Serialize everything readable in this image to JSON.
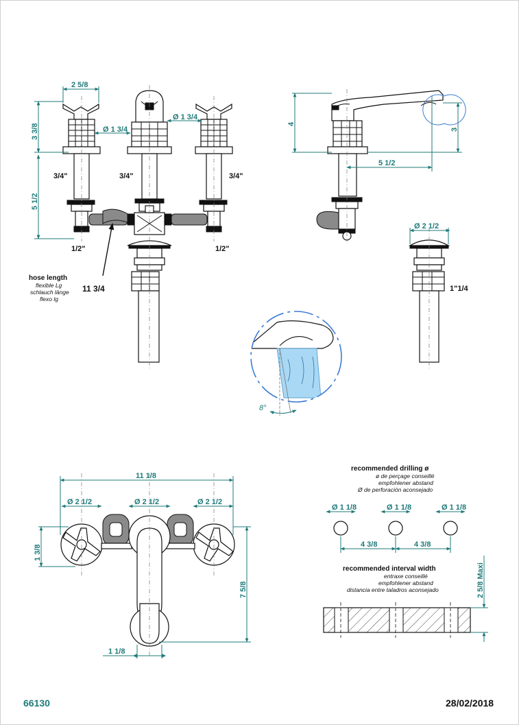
{
  "footer": {
    "reference": "66130",
    "date": "28/02/2018",
    "reference_color": "#1f7a7a"
  },
  "front_view": {
    "dims": {
      "handle_width": "2 5/8",
      "body_height": "3 3/8",
      "diam_left": "Ø 1 3/4",
      "diam_center": "Ø 1 3/4",
      "shank_length": "5 1/2",
      "thread_left": "3/4\"",
      "thread_center": "3/4\"",
      "thread_right": "3/4\"",
      "inlet_left": "1/2\"",
      "inlet_right": "1/2\"",
      "hose_value": "11 3/4"
    },
    "hose_label": {
      "title": "hose length",
      "fr": "flexible Lg",
      "de": "schlauch länge",
      "es": "flexo lg"
    }
  },
  "side_view": {
    "dims": {
      "height": "4",
      "reach": "5 1/2",
      "spout_height": "3"
    }
  },
  "drain_view": {
    "dims": {
      "diameter": "Ø 2 1/2",
      "thread": "1\"1/4"
    }
  },
  "detail_view": {
    "angle": "8°",
    "spray_color": "#a9d8f5"
  },
  "top_view": {
    "dims": {
      "overall_width": "11 1/8",
      "diam_left": "Ø 2 1/2",
      "diam_center": "Ø 2 1/2",
      "diam_right": "Ø 2 1/2",
      "handle_depth": "1 3/8",
      "overall_depth": "7 5/8",
      "spout_width": "1 1/8"
    }
  },
  "drilling": {
    "title": "recommended drilling ø",
    "fr": "ø de perçage conseillé",
    "de": "empfohlener abstand",
    "es": "Ø de perforación aconsejado",
    "hole_diam_1": "Ø 1 1/8",
    "hole_diam_2": "Ø 1 1/8",
    "hole_diam_3": "Ø 1 1/8",
    "spacing_1": "4 3/8",
    "spacing_2": "4 3/8"
  },
  "interval": {
    "title": "recommended interval width",
    "fr": "entraxe conseillé",
    "de": "empfohlener abstand",
    "es": "distancia entre taladros aconsejado",
    "thickness": "2 5/8 Maxi"
  },
  "colors": {
    "dimension": "#1f7a7a",
    "outline": "#111111",
    "detail_circle": "#3a7bd5"
  }
}
